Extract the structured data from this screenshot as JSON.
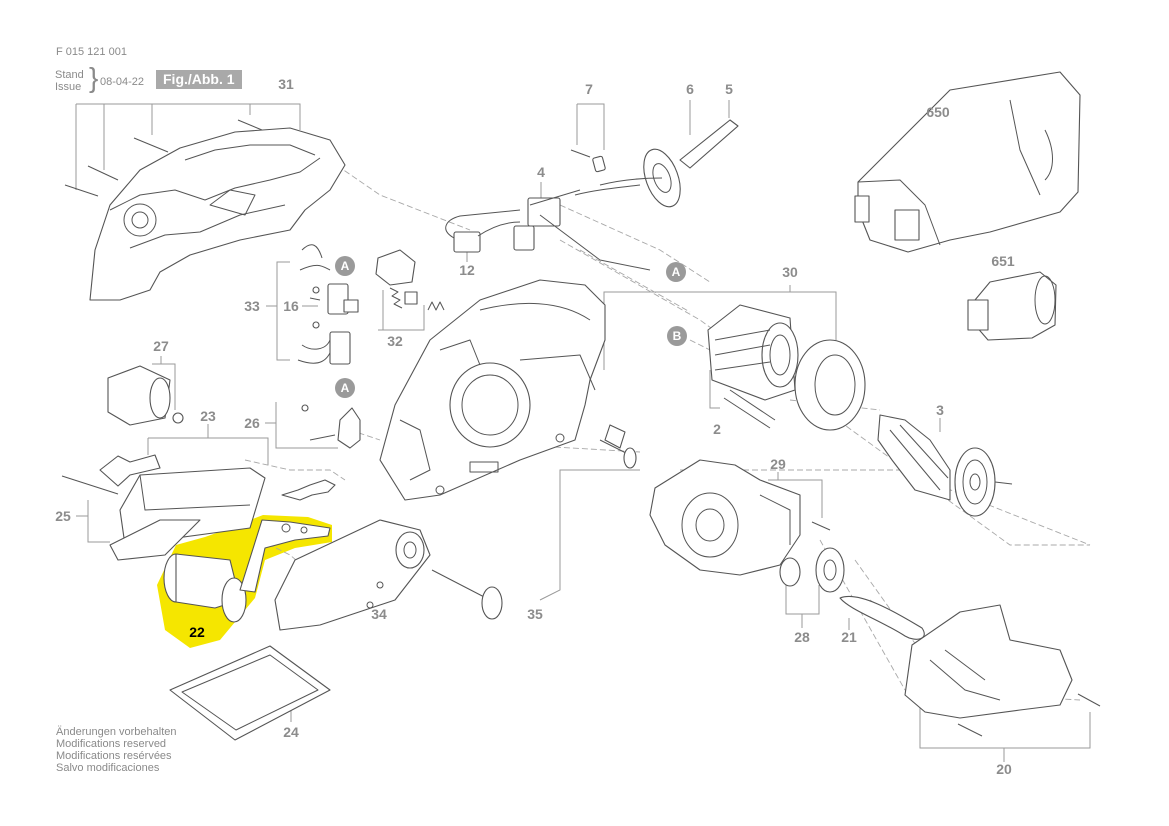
{
  "header": {
    "doc_number": "F 015 121 001",
    "stand_label": "Stand",
    "issue_label": "Issue",
    "date": "08-04-22",
    "fig_label": "Fig./Abb. 1"
  },
  "footer_notes": [
    "Änderungen vorbehalten",
    "Modifications reserved",
    "Modifications resérvées",
    "Salvo modificaciones"
  ],
  "callouts": [
    "A",
    "A",
    "A",
    "B"
  ],
  "part_labels": {
    "p31": "31",
    "p7": "7",
    "p6": "6",
    "p5": "5",
    "p650": "650",
    "p4": "4",
    "p12": "12",
    "p30": "30",
    "p651": "651",
    "p33": "33",
    "p16": "16",
    "p32": "32",
    "p27": "27",
    "p23": "23",
    "p26": "26",
    "p2": "2",
    "p3": "3",
    "p25": "25",
    "p29": "29",
    "p22": "22",
    "p34": "34",
    "p35": "35",
    "p28": "28",
    "p21": "21",
    "p24": "24",
    "p20": "20"
  },
  "highlight": {
    "part": "22",
    "color": "#f5e600"
  }
}
